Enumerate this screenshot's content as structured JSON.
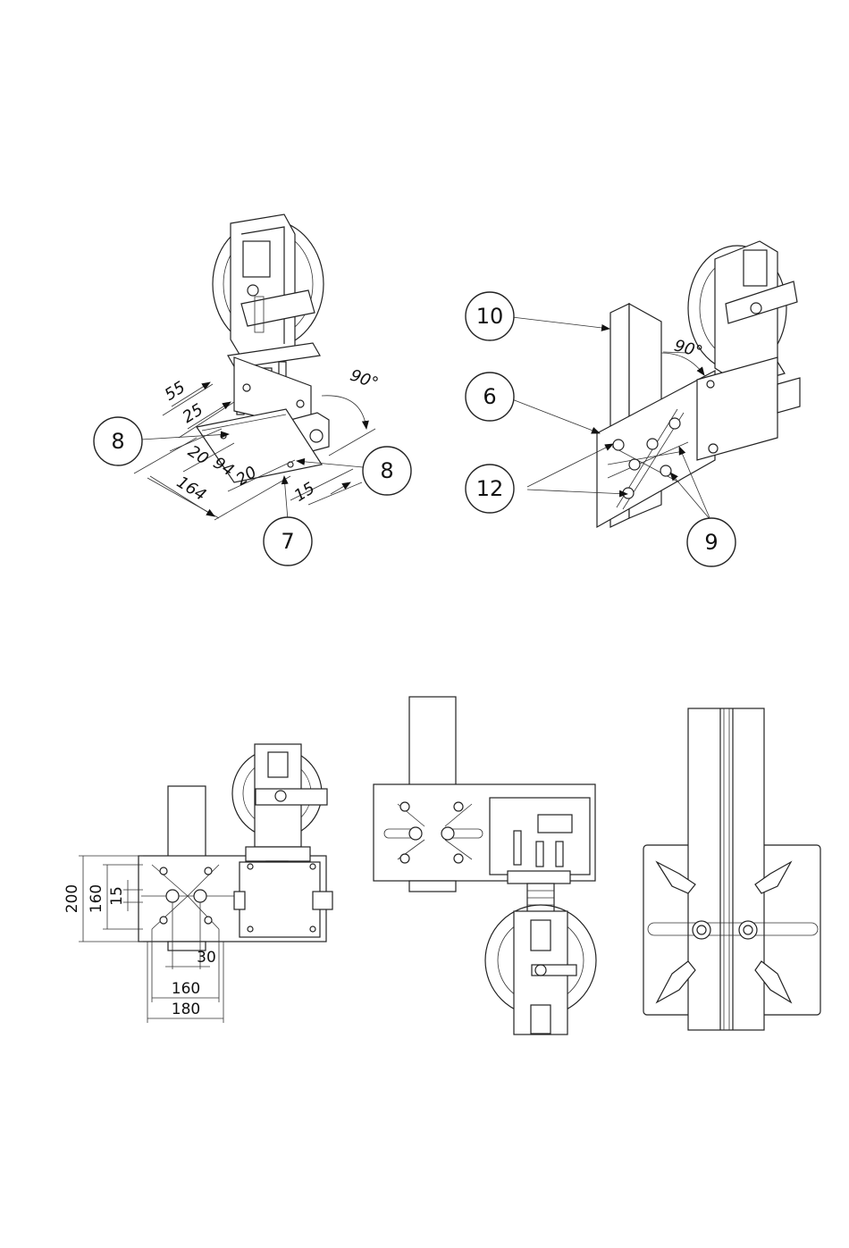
{
  "callouts": {
    "c8_left": "8",
    "c8_right": "8",
    "c7": "7",
    "c10": "10",
    "c6": "6",
    "c12": "12",
    "c9": "9"
  },
  "dimensions_view1": {
    "d55": "55",
    "d25": "25",
    "d20a": "20",
    "d94": "94",
    "d20b": "20",
    "d164": "164",
    "d15": "15",
    "angle": "90°"
  },
  "dimensions_view2": {
    "angle": "90°"
  },
  "dimensions_view3": {
    "d200": "200",
    "d160v": "160",
    "d15": "15",
    "d30": "30",
    "d160h": "160",
    "d180": "180"
  }
}
